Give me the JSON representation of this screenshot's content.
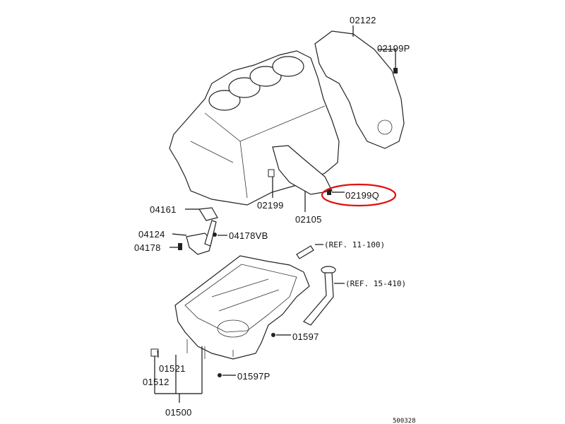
{
  "diagram": {
    "labels": {
      "p02122": "02122",
      "p02199P": "02199P",
      "p02199Q": "02199Q",
      "p02199": "02199",
      "p02105": "02105",
      "p04161": "04161",
      "p04124": "04124",
      "p04178VB": "04178VB",
      "p04178": "04178",
      "ref11": "(REF. 11-100)",
      "ref15": "(REF. 15-410)",
      "p01597": "01597",
      "p01521": "01521",
      "p01597P": "01597P",
      "p01512": "01512",
      "p01500": "01500"
    },
    "highlighted_part": "02199Q",
    "highlight_color": "#e01010",
    "figure_code": "500328"
  }
}
